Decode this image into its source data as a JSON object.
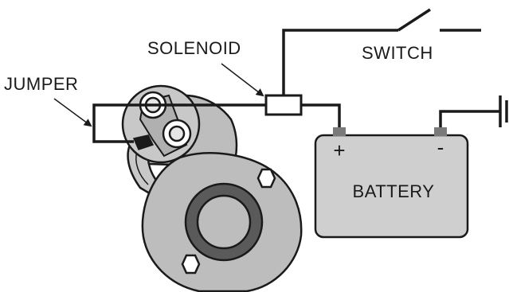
{
  "labels": {
    "solenoid": "SOLENOID",
    "switch": "SWITCH",
    "jumper": "JUMPER",
    "battery": "BATTERY",
    "positive": "+",
    "negative": "-"
  },
  "colors": {
    "wire": "#1a1a1a",
    "battery_body": "#cfcfcf",
    "starter_body": "#bdbdbd",
    "starter_ring": "#5a5a5a",
    "terminal_post": "#7a7a7a",
    "background": "#ffffff"
  }
}
